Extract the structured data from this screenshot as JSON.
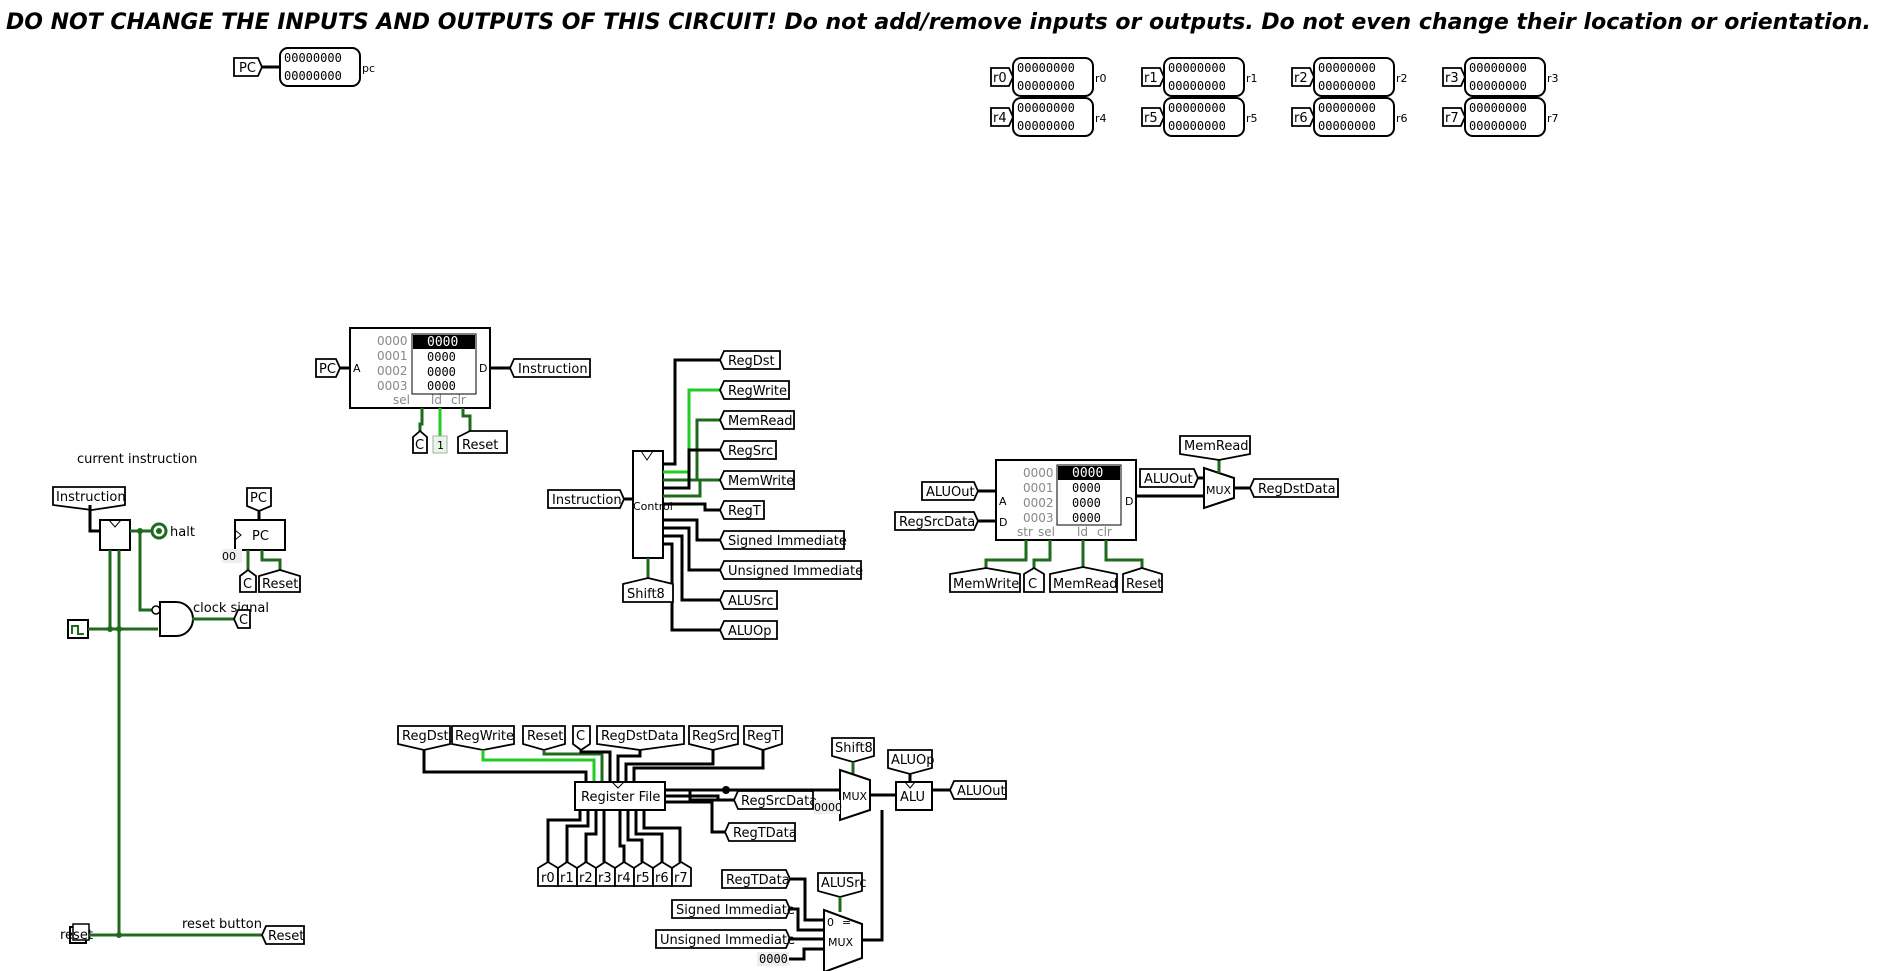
{
  "warning": "DO NOT CHANGE THE INPUTS AND OUTPUTS OF THIS CIRCUIT! Do not add/remove inputs or outputs. Do not even change their location or orientation.",
  "probe_value": "00000000",
  "pc_probe": {
    "tunnel": "PC",
    "suffix": "pc"
  },
  "registers": [
    "r0",
    "r1",
    "r2",
    "r3",
    "r4",
    "r5",
    "r6",
    "r7"
  ],
  "imem": {
    "addresses": [
      "0000",
      "0001",
      "0002",
      "0003"
    ],
    "values": [
      "0000",
      "0000",
      "0000",
      "0000"
    ],
    "port_a": "A",
    "port_d": "D",
    "footer": [
      "sel",
      "ld",
      "clr"
    ],
    "in_tunnel": "PC",
    "out_tunnel": "Instruction",
    "bottom": [
      "C",
      "1",
      "Reset"
    ]
  },
  "control": {
    "name": "Control",
    "input": "Instruction",
    "outputs": [
      "RegDst",
      "RegWrite",
      "MemRead",
      "RegSrc",
      "MemWrite",
      "RegT",
      "Signed Immediate",
      "Unsigned Immediate",
      "ALUSrc",
      "ALUOp"
    ],
    "bottom": "Shift8"
  },
  "dmem": {
    "addresses": [
      "0000",
      "0001",
      "0002",
      "0003"
    ],
    "values": [
      "0000",
      "0000",
      "0000",
      "0000"
    ],
    "port_a": "A",
    "port_d_in": "D",
    "port_d_out": "D",
    "footer": [
      "str",
      "sel",
      "ld",
      "clr"
    ],
    "in_a": "ALUOut",
    "in_d": "RegSrcData",
    "bottom": [
      "MemWrite",
      "C",
      "MemRead",
      "Reset"
    ],
    "mux_top": "MemRead",
    "mux_in": "ALUOut",
    "mux_label": "MUX",
    "out": "RegDstData"
  },
  "left": {
    "current_instruction": "current instruction",
    "instruction_tunnel": "Instruction",
    "halt": "halt",
    "pc_reg_tunnel": "PC",
    "pc_reg_label": "PC",
    "pc_reg_value": "00",
    "pc_c": "C",
    "pc_reset": "Reset",
    "clock_signal": "clock signal",
    "clock_tunnel": "C",
    "reset_label": "reset",
    "reset_button": "reset button",
    "reset_tunnel": "Reset"
  },
  "regfile": {
    "name": "Register File",
    "top": [
      "RegDst",
      "RegWrite",
      "Reset",
      "C",
      "RegDstData",
      "RegSrc",
      "RegT"
    ],
    "out_src": "RegSrcData",
    "out_t": "RegTData",
    "bottom": [
      "r0",
      "r1",
      "r2",
      "r3",
      "r4",
      "r5",
      "r6",
      "r7"
    ]
  },
  "alu": {
    "shift_tunnel": "Shift8",
    "mux_label": "MUX",
    "const": "0000",
    "op_tunnel": "ALUOp",
    "name": "ALU",
    "out": "ALUOut"
  },
  "alusrc": {
    "tunnel": "ALUSrc",
    "inputs": [
      "RegTData",
      "Signed Immediate",
      "Unsigned Immediate"
    ],
    "const": "0000",
    "mux_label": "MUX",
    "sel_marks": [
      "0",
      "="
    ]
  }
}
